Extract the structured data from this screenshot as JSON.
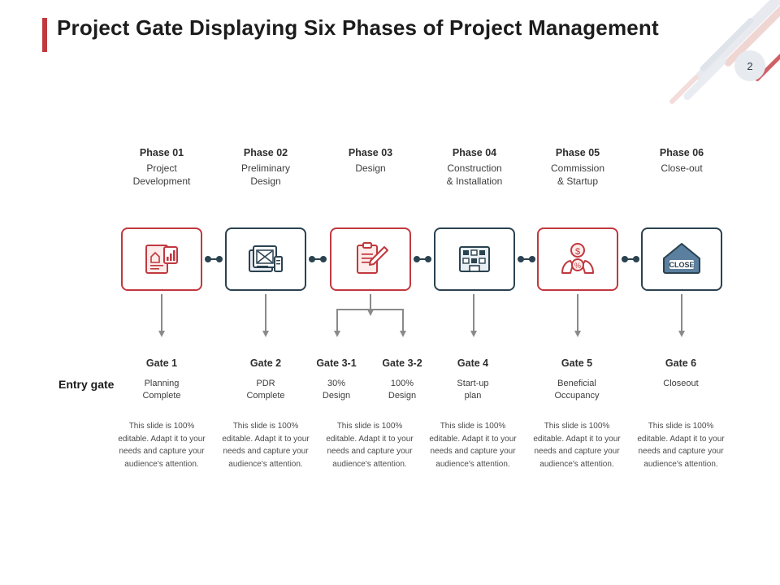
{
  "header": {
    "title": "Project Gate Displaying Six Phases of Project Management",
    "page_number": "2",
    "accent_color": "#c0393f",
    "dark_color": "#2b4250"
  },
  "labels": {
    "entry_gate": "Entry gate"
  },
  "phases": [
    {
      "title": "Phase 01",
      "subtitle": "Project\nDevelopment",
      "icon": "document-chart-house-icon",
      "border": "red"
    },
    {
      "title": "Phase 02",
      "subtitle": "Preliminary\nDesign",
      "icon": "blueprint-documents-icon",
      "border": "dark"
    },
    {
      "title": "Phase 03",
      "subtitle": "Design",
      "icon": "clipboard-pencil-icon",
      "border": "red"
    },
    {
      "title": "Phase 04",
      "subtitle": "Construction\n& Installation",
      "icon": "building-construction-icon",
      "border": "dark"
    },
    {
      "title": "Phase 05",
      "subtitle": "Commission\n& Startup",
      "icon": "money-hands-icon",
      "border": "red"
    },
    {
      "title": "Phase 06",
      "subtitle": "Close-out",
      "icon": "close-sign-icon",
      "border": "dark"
    }
  ],
  "gates": [
    {
      "title": "Gate 1",
      "subtitle": "Planning\nComplete",
      "body": "This slide is 100% editable. Adapt it to your needs and capture your audience's attention."
    },
    {
      "title": "Gate 2",
      "subtitle": "PDR\nComplete",
      "body": "This slide is 100% editable. Adapt it to your needs and capture your audience's attention."
    },
    {
      "title": "Gate 3-1",
      "subtitle": "30%\nDesign",
      "body": "This slide is 100% editable. Adapt it to your needs and capture your audience's attention."
    },
    {
      "title": "Gate 3-2",
      "subtitle": "100%\nDesign",
      "body": ""
    },
    {
      "title": "Gate 4",
      "subtitle": "Start-up\nplan",
      "body": "This slide is 100% editable. Adapt it to your needs and capture your audience's attention."
    },
    {
      "title": "Gate 5",
      "subtitle": "Beneficial\nOccupancy",
      "body": "This slide is 100% editable. Adapt it to your needs and capture your audience's attention."
    },
    {
      "title": "Gate 6",
      "subtitle": "Closeout",
      "body": "This slide is 100% editable. Adapt it to your needs and capture your audience's attention."
    }
  ]
}
